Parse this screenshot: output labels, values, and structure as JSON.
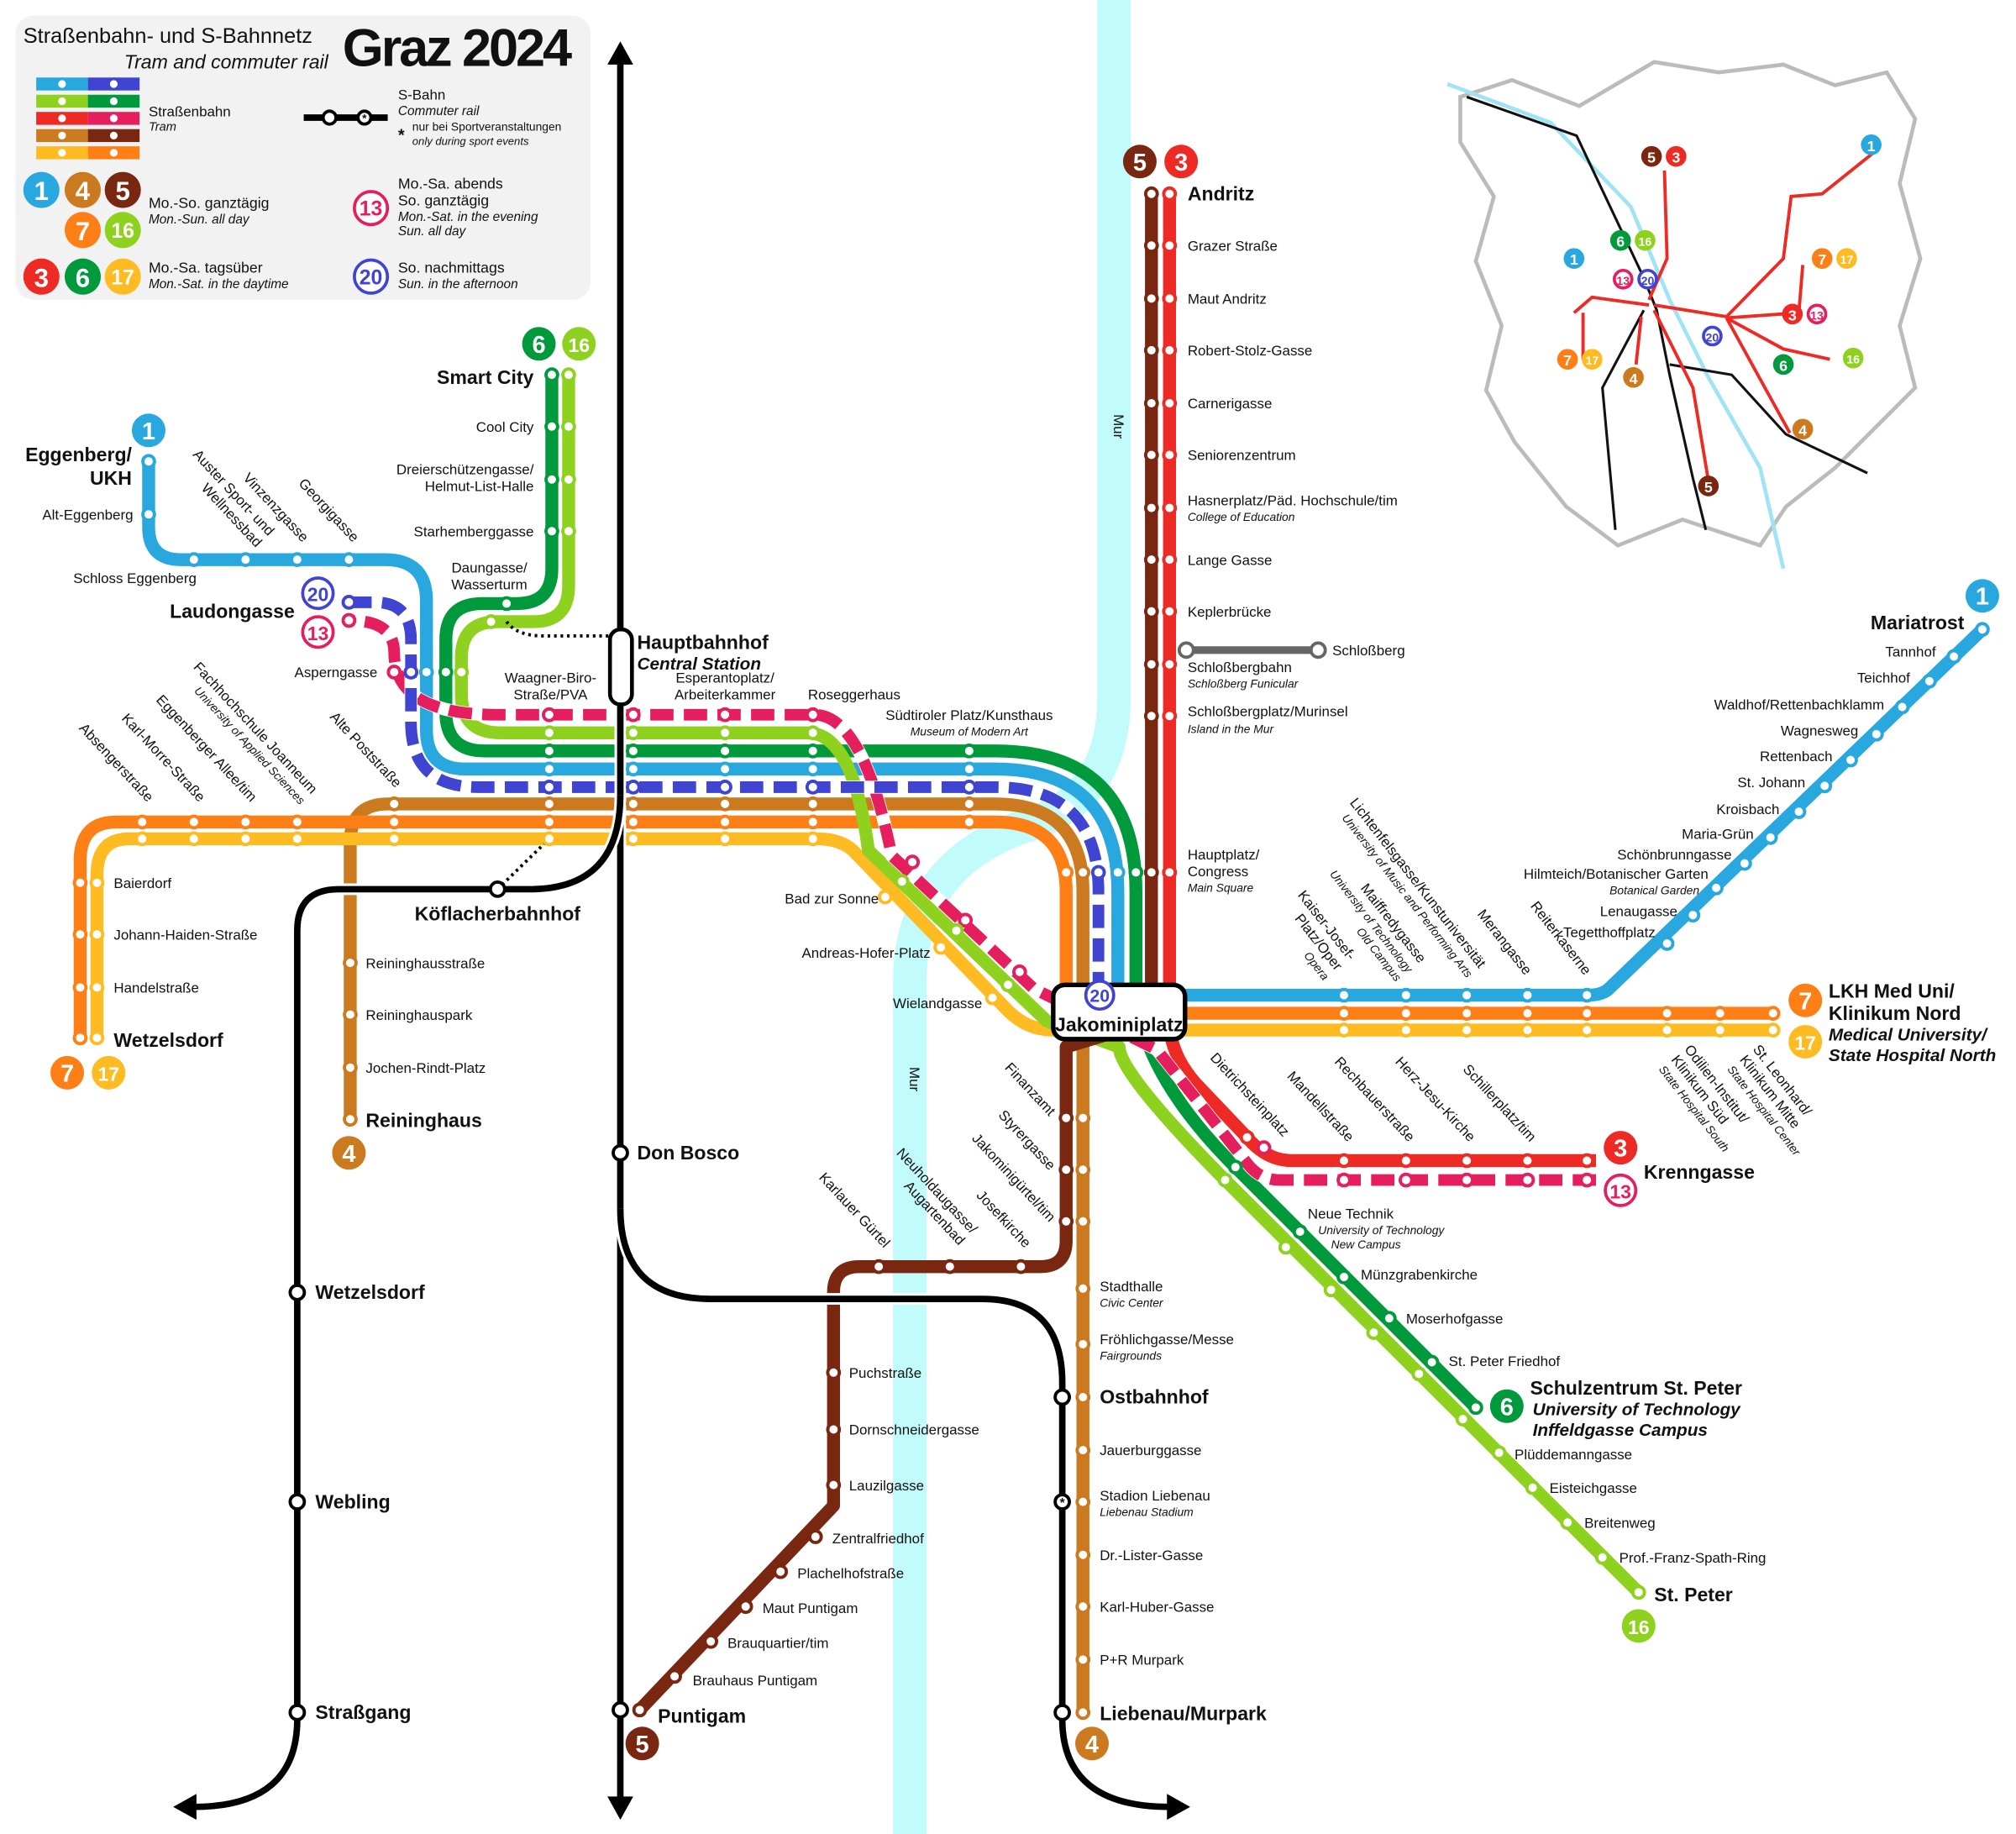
{
  "legend": {
    "title_de": "Straßenbahn- und S-Bahnnetz",
    "title_en": "Tram and commuter rail",
    "headline": "Graz 2024",
    "tram_de": "Straßenbahn",
    "tram_en": "Tram",
    "sbahn_de": "S-Bahn",
    "sbahn_en": "Commuter rail",
    "asterisk": "*",
    "sport_de": "nur bei Sportveranstaltungen",
    "sport_en": "only during sport events",
    "allday_de": "Mo.-So. ganztägig",
    "allday_en": "Mon.-Sun. all day",
    "daytime_de": "Mo.-Sa. tagsüber",
    "daytime_en": "Mon.-Sat. in the daytime",
    "l13_de1": "Mo.-Sa. abends",
    "l13_de2": "So. ganztägig",
    "l13_en1": "Mon.-Sat. in the evening",
    "l13_en2": "Sun. all day",
    "l20_de": "So. nachmittags",
    "l20_en": "Sun. in the afternoon"
  },
  "lines": [
    {
      "number": "1",
      "color": "#29a8e0"
    },
    {
      "number": "3",
      "color": "#ee2a24"
    },
    {
      "number": "4",
      "color": "#cc7a1f"
    },
    {
      "number": "5",
      "color": "#7a2712"
    },
    {
      "number": "6",
      "color": "#009a3d"
    },
    {
      "number": "7",
      "color": "#ff7f17"
    },
    {
      "number": "13",
      "color": "#e51e5e"
    },
    {
      "number": "16",
      "color": "#8fd11f"
    },
    {
      "number": "17",
      "color": "#ffbb22"
    },
    {
      "number": "20",
      "color": "#3f44d1"
    }
  ],
  "colors": {
    "river": "#c2fbfb",
    "sbahn": "#000000",
    "funicular": "#666666",
    "legend_bg": "#f2f2f2",
    "inset_outline": "#bbbbbb",
    "river_label": "#3a7fd0"
  },
  "river": {
    "name": "Mur"
  },
  "stations": {
    "andritz": "Andritz",
    "grazer_strasse": "Grazer Straße",
    "maut_andritz": "Maut Andritz",
    "robert_stolz": "Robert-Stolz-Gasse",
    "carnerigasse": "Carnerigasse",
    "seniorenzentrum": "Seniorenzentrum",
    "hasnerplatz": "Hasnerplatz/Päd. Hochschule/tim",
    "hasnerplatz_en": "College of Education",
    "lange_gasse": "Lange Gasse",
    "keplerbruecke": "Keplerbrücke",
    "schlossbergbahn": "Schloßbergbahn",
    "schlossbergbahn_en": "Schloßberg Funicular",
    "schlossberg": "Schloßberg",
    "schlossbergplatz": "Schloßbergplatz/Murinsel",
    "schlossbergplatz_en": "Island in the Mur",
    "hauptplatz1": "Hauptplatz/",
    "hauptplatz2": "Congress",
    "hauptplatz_en": "Main Square",
    "mariatrost": "Mariatrost",
    "tannhof": "Tannhof",
    "teichhof": "Teichhof",
    "waldhof": "Waldhof/Rettenbachklamm",
    "wagnesweg": "Wagnesweg",
    "rettenbach": "Rettenbach",
    "st_johann": "St. Johann",
    "kroisbach": "Kroisbach",
    "maria_gruen": "Maria-Grün",
    "schoenbrunngasse": "Schönbrunngasse",
    "hilmteich": "Hilmteich/Botanischer Garten",
    "hilmteich_en": "Botanical Garden",
    "lenaugasse": "Lenaugasse",
    "tegetthoffplatz": "Tegetthoffplatz",
    "reiterkaserne": "Reiterkaserne",
    "merangasse": "Merangasse",
    "lichtenfels1": "Lichtenfelsgasse/Kunstuniversität",
    "lichtenfels_en": "University of Music and Performing Arts",
    "maiffredy": "Maiffredygasse",
    "maiffredy_en1": "University of Technology",
    "maiffredy_en2": "Old Campus",
    "kaiser1": "Kaiser-Josef-",
    "kaiser2": "Platz/Oper",
    "kaiser_en": "Opera",
    "lkh1": "LKH Med Uni/",
    "lkh2": "Klinikum Nord",
    "lkh_en1": "Medical University/",
    "lkh_en2": "State Hospital North",
    "leonhard1": "St. Leonhard/",
    "leonhard2": "Klinikum Mitte",
    "leonhard_en": "State Hospital Center",
    "odilien1": "Odilien-Institut/",
    "odilien2": "Klinikum Süd",
    "odilien_en": "State Hospital South",
    "dietrichsteinplatz": "Dietrichsteinplatz",
    "mandellstrasse": "Mandellstraße",
    "rechbauerstrasse": "Rechbauerstraße",
    "herz_jesu": "Herz-Jesu-Kirche",
    "schillerplatz": "Schillerplatz/tim",
    "krenngasse": "Krenngasse",
    "neue_technik": "Neue Technik",
    "neue_technik_en1": "University of Technology",
    "neue_technik_en2": "New Campus",
    "muenzgrabenkirche": "Münzgrabenkirche",
    "moserhofgasse": "Moserhofgasse",
    "st_peter_friedhof": "St. Peter Friedhof",
    "schulzentrum": "Schulzentrum St. Peter",
    "schulzentrum_en1": "University of Technology",
    "schulzentrum_en2": "Inffeldgasse Campus",
    "plueddemanngasse": "Plüddemanngasse",
    "eisteichgasse": "Eisteichgasse",
    "breitenweg": "Breitenweg",
    "spath_ring": "Prof.-Franz-Spath-Ring",
    "st_peter": "St. Peter",
    "jakominiplatz": "Jakominiplatz",
    "stadthalle": "Stadthalle",
    "stadthalle_en": "Civic Center",
    "froehlichgasse": "Fröhlichgasse/Messe",
    "froehlichgasse_en": "Fairgrounds",
    "ostbahnhof": "Ostbahnhof",
    "jauerburggasse": "Jauerburggasse",
    "stadion": "Stadion Liebenau",
    "stadion_en": "Liebenau Stadium",
    "dr_lister": "Dr.-Lister-Gasse",
    "karl_huber": "Karl-Huber-Gasse",
    "murpark_pr": "P+R Murpark",
    "liebenau": "Liebenau/Murpark",
    "finanzamt": "Finanzamt",
    "styrergasse": "Styrergasse",
    "jakominiguertel": "Jakominigürtel/tim",
    "josefkirche": "Josefkirche",
    "neuholdaugasse1": "Neuholdaugasse/",
    "neuholdaugasse2": "Augartenbad",
    "karlauer": "Karlauer Gürtel",
    "puchstrasse": "Puchstraße",
    "dornschneidergasse": "Dornschneidergasse",
    "lauzilgasse": "Lauzilgasse",
    "zentralfriedhof": "Zentralfriedhof",
    "plachelhofstrasse": "Plachelhofstraße",
    "maut_puntigam": "Maut Puntigam",
    "brauquartier": "Brauquartier/tim",
    "brauhaus": "Brauhaus Puntigam",
    "puntigam": "Puntigam",
    "hauptbahnhof": "Hauptbahnhof",
    "hauptbahnhof_en": "Central Station",
    "waagner1": "Waagner-Biro-",
    "waagner2": "Straße/PVA",
    "esperanto1": "Esperantoplatz/",
    "esperanto2": "Arbeiterkammer",
    "roseggerhaus": "Roseggerhaus",
    "suedtiroler": "Südtiroler Platz/Kunsthaus",
    "suedtiroler_en": "Museum of Modern Art",
    "bad_zur_sonne": "Bad zur Sonne",
    "andreas_hofer": "Andreas-Hofer-Platz",
    "wielandgasse": "Wielandgasse",
    "koeflacherbahnhof": "Köflacherbahnhof",
    "don_bosco": "Don Bosco",
    "wetzelsdorf_s": "Wetzelsdorf",
    "webling": "Webling",
    "strassgang": "Straßgang",
    "smart_city": "Smart City",
    "cool_city": "Cool City",
    "dreierschuetzen1": "Dreierschützengasse/",
    "dreierschuetzen2": "Helmut-List-Halle",
    "starhemberggasse": "Starhemberggasse",
    "daungasse1": "Daungasse/",
    "daungasse2": "Wasserturm",
    "eggenberg1": "Eggenberg/",
    "eggenberg2": "UKH",
    "alt_eggenberg": "Alt-Eggenberg",
    "schloss_eggenberg": "Schloss Eggenberg",
    "auster1": "Auster Sport- und",
    "auster2": "Wellnessbad",
    "vinzenzgasse": "Vinzenzgasse",
    "georgigasse": "Georgigasse",
    "laudongasse": "Laudongasse",
    "asperngasse": "Asperngasse",
    "alte_poststrasse": "Alte Poststraße",
    "fh1": "Fachhochschule Joanneum",
    "fh_en": "University of Applied Sciences",
    "eggenberger_allee": "Eggenberger Allee/tim",
    "karl_morre": "Karl-Morre-Straße",
    "absengerstrasse": "Absengerstraße",
    "baierdorf": "Baierdorf",
    "johann_haiden": "Johann-Haiden-Straße",
    "handelstrasse": "Handelstraße",
    "wetzelsdorf": "Wetzelsdorf",
    "reininghausstrasse": "Reininghausstraße",
    "reininghauspark": "Reininghauspark",
    "jochen_rindt": "Jochen-Rindt-Platz",
    "reininghaus": "Reininghaus"
  }
}
